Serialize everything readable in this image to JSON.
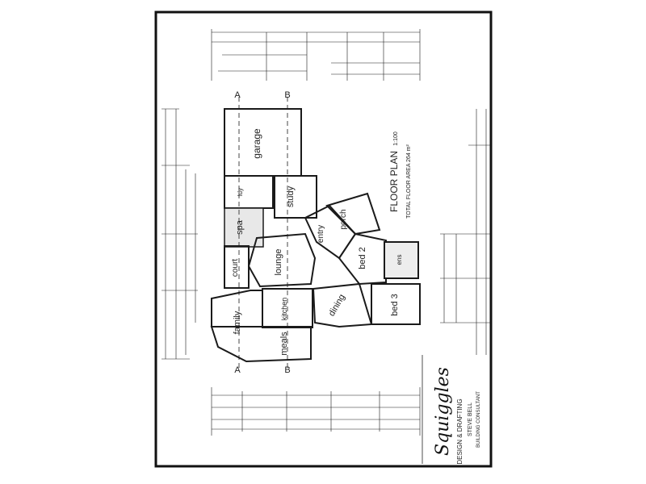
{
  "plan": {
    "title": "FLOOR PLAN",
    "scale": "1:100",
    "area_note": "TOTAL FLOOR AREA 264 m²"
  },
  "rooms": [
    {
      "key": "garage",
      "label": "garage"
    },
    {
      "key": "study",
      "label": "study"
    },
    {
      "key": "spa",
      "label": "spa"
    },
    {
      "key": "lounge",
      "label": "lounge"
    },
    {
      "key": "court",
      "label": "court"
    },
    {
      "key": "entry",
      "label": "entry"
    },
    {
      "key": "porch",
      "label": "porch"
    },
    {
      "key": "bed2",
      "label": "bed 2"
    },
    {
      "key": "bed3",
      "label": "bed 3"
    },
    {
      "key": "dining",
      "label": "dining"
    },
    {
      "key": "kitchen",
      "label": "kitchen"
    },
    {
      "key": "family",
      "label": "family"
    },
    {
      "key": "meals",
      "label": "meals"
    },
    {
      "key": "ens",
      "label": "ens"
    },
    {
      "key": "ldy",
      "label": "ldy"
    }
  ],
  "section_markers": {
    "a": "A",
    "b": "B"
  },
  "logo": {
    "wordmark": "Squiggles",
    "tagline": "DESIGN & DRAFTING",
    "name": "STEVE BELL",
    "contact": "BUILDING CONSULTANT"
  },
  "colors": {
    "ink": "#1a1a1a",
    "paper": "#ffffff",
    "border": "#111111"
  }
}
